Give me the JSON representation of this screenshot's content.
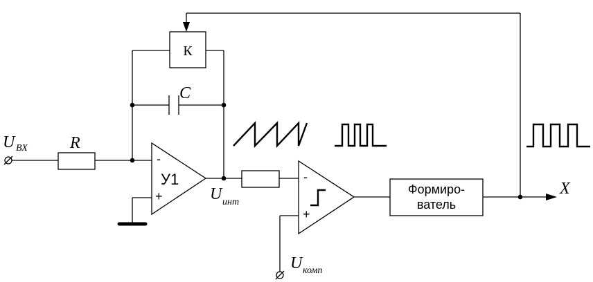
{
  "labels": {
    "u_in_main": "U",
    "u_in_sub": "ВХ",
    "resistor": "R",
    "capacitor": "C",
    "switch": "К",
    "opamp1": "У1",
    "opamp_minus": "-",
    "opamp_plus": "+",
    "u_int_main": "U",
    "u_int_sub": "инт",
    "u_comp_main": "U",
    "u_comp_sub": "комп",
    "shaper_line1": "Формиро-",
    "shaper_line2": "ватель",
    "output": "X"
  }
}
